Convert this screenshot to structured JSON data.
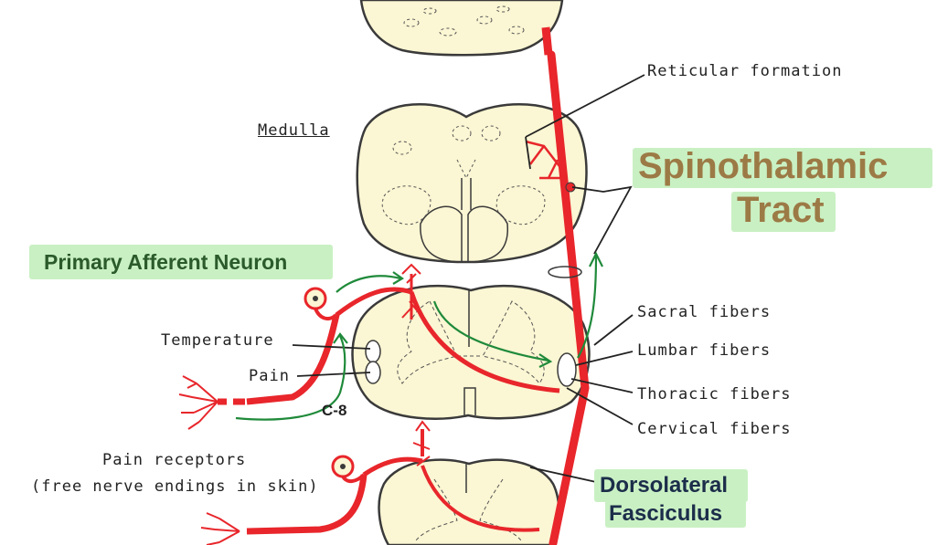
{
  "labels": {
    "reticular_formation": "Reticular formation",
    "medulla": "Medulla",
    "temperature": "Temperature",
    "pain": "Pain",
    "c8": "C-8",
    "pain_receptors_line1": "Pain receptors",
    "pain_receptors_line2": "(free nerve endings in skin)",
    "sacral_fibers": "Sacral fibers",
    "lumbar_fibers": "Lumbar fibers",
    "thoracic_fibers": "Thoracic fibers",
    "cervical_fibers": "Cervical fibers"
  },
  "highlights": {
    "primary_afferent_neuron": "Primary Afferent Neuron",
    "spinothalamic_line1": "Spinothalamic",
    "spinothalamic_line2": "Tract",
    "dorsolateral_line1": "Dorsolateral",
    "dorsolateral_line2": "Fasciculus"
  },
  "colors": {
    "tissue_fill": "#fbf6d3",
    "outline": "#3a3a3a",
    "pathway_red": "#e8262b",
    "annotation_green": "#1f8a3a",
    "highlight_green": "#c9f0c3",
    "highlight_text_brown": "#9c7a45",
    "highlight_text_dark": "#2b5a2b"
  }
}
